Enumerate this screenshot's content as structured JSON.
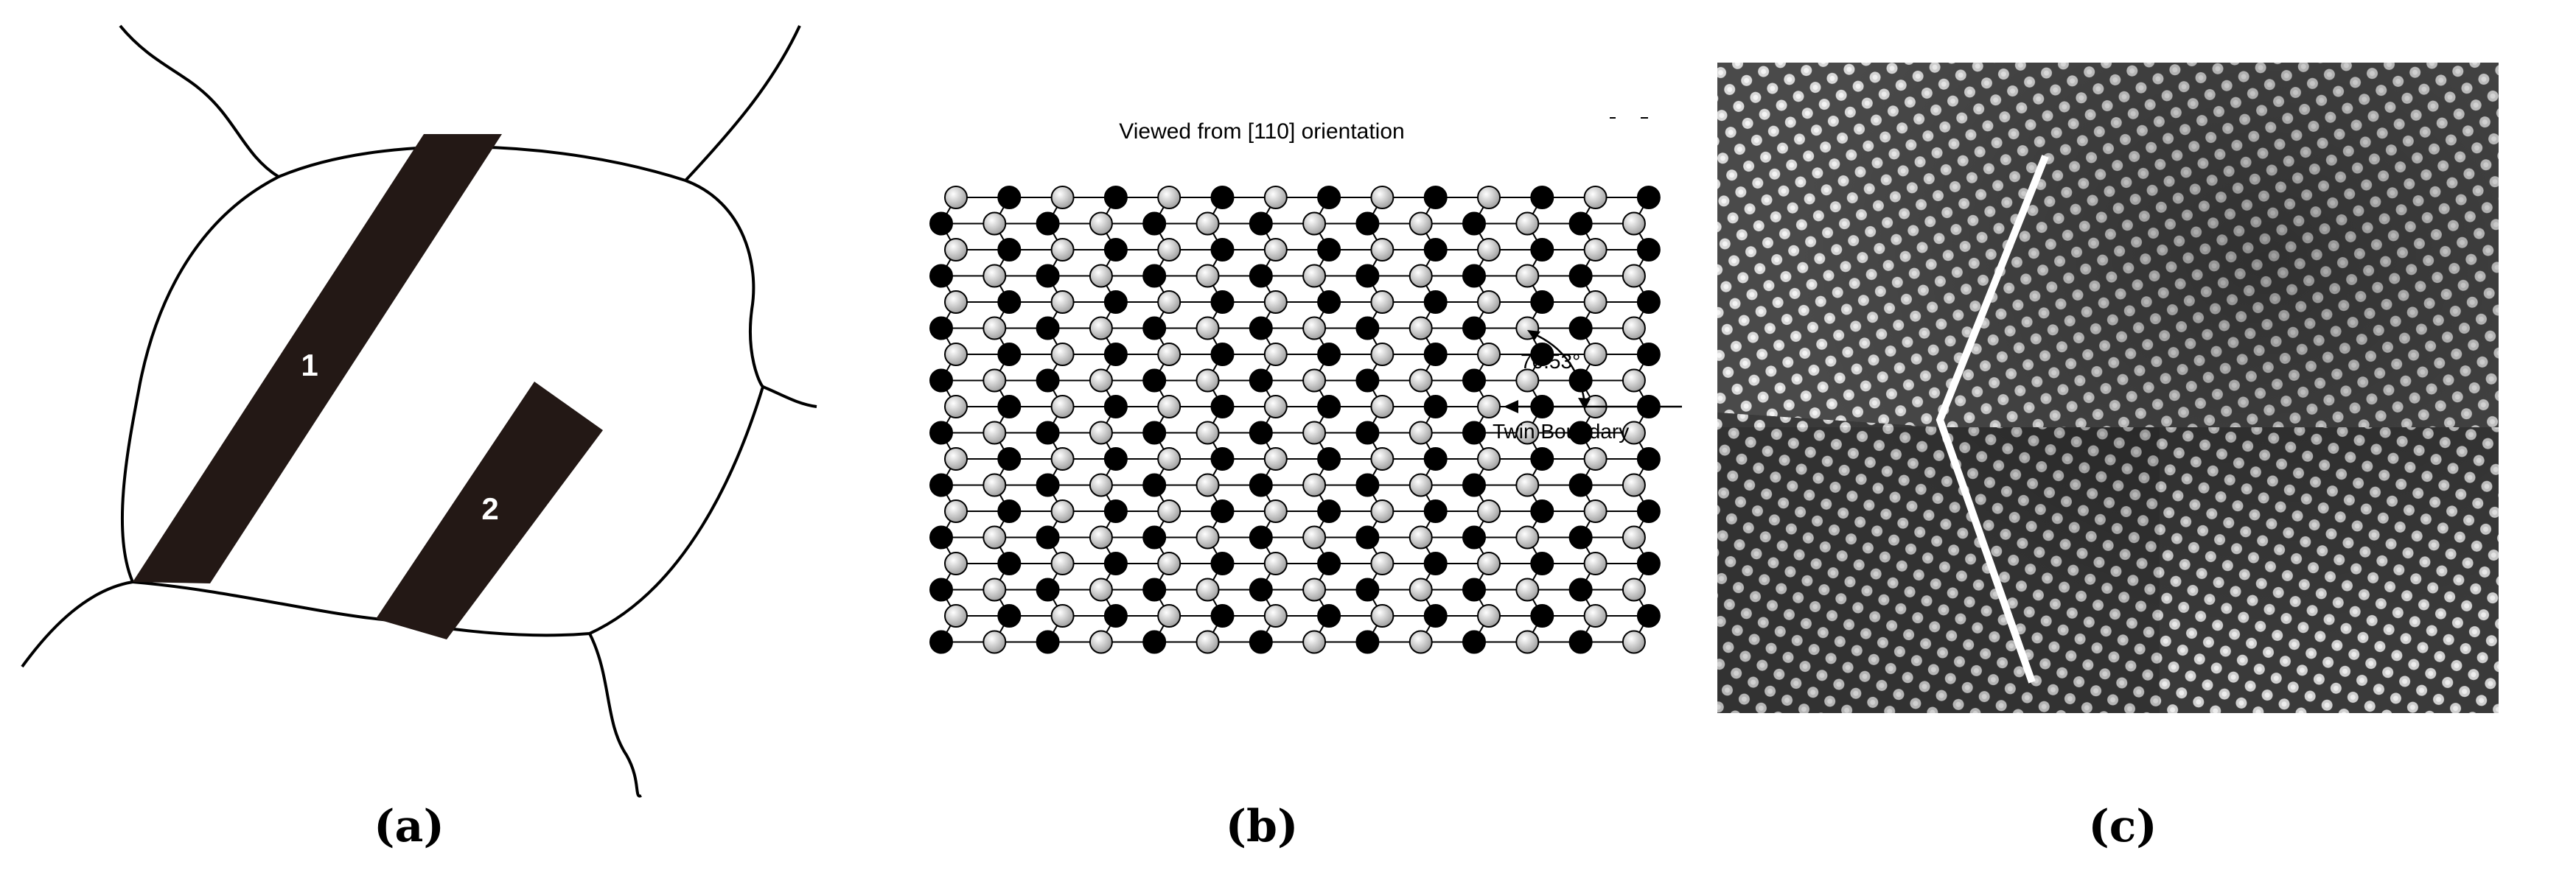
{
  "panel_a": {
    "caption": "(a)",
    "twin_labels": [
      "1",
      "2"
    ]
  },
  "panel_b": {
    "caption": "(b)",
    "title": "Viewed from [110] orientation",
    "angle_label": "70.53°",
    "boundary_label": "Twin Boundary",
    "lattice": {
      "rows": 9,
      "cols": 14
    }
  },
  "panel_c": {
    "caption": "(c)"
  },
  "colors": {
    "twin_band": "#231815",
    "atom_black": "#000000",
    "atom_white": "#e4e4e4",
    "marker_line": "#ffffff"
  }
}
